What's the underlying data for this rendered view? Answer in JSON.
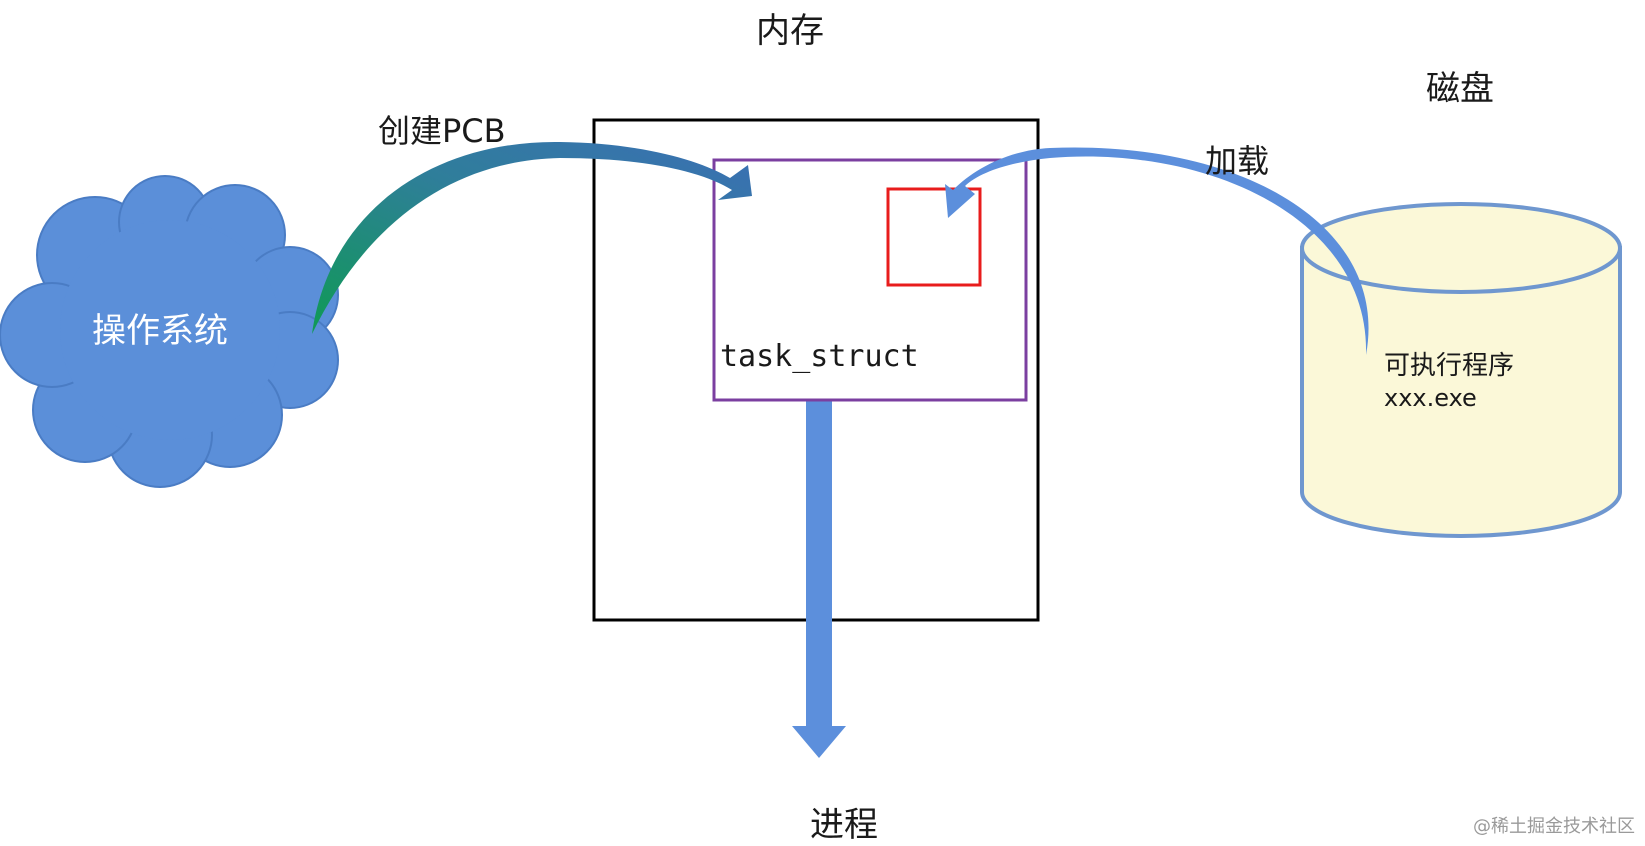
{
  "labels": {
    "memory": "内存",
    "disk": "磁盘",
    "create_pcb": "创建PCB",
    "load": "加载",
    "os": "操作系统",
    "task_struct": "task_struct",
    "executable": "可执行程序",
    "exe_name": "xxx.exe",
    "process": "进程"
  },
  "watermark": "@稀土掘金技术社区",
  "colors": {
    "cloud": "#5b8fd9",
    "cloud_stroke": "#4a7cc4",
    "green_arrow": "#0f9a55",
    "teal_arrow": "#2e8b8b",
    "blue_arrow": "#5c8fdc",
    "cylinder_fill": "#fbf8d8",
    "cylinder_stroke": "#6f97cf",
    "memory_border": "#000000",
    "task_struct_border": "#7b3fa0",
    "red_box": "#e81c1c"
  },
  "icons": {
    "cloud": "cloud-shape",
    "disk": "cylinder-shape"
  }
}
